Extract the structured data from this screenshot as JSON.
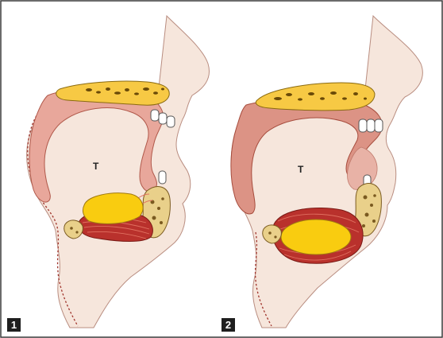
{
  "panels": [
    {
      "number": "1",
      "label": "T"
    },
    {
      "number": "2",
      "label": "T"
    }
  ],
  "colors": {
    "skin": "#f6e6dc",
    "tongue": "#e8a79b",
    "tongue_dark": "#d98373",
    "bone": "#f7c944",
    "muscle": "#b9312c",
    "muscle_light": "#d45a4d",
    "outline": "#8a3b2d",
    "fat": "#f9cc10",
    "border": "#3a3a3a"
  }
}
